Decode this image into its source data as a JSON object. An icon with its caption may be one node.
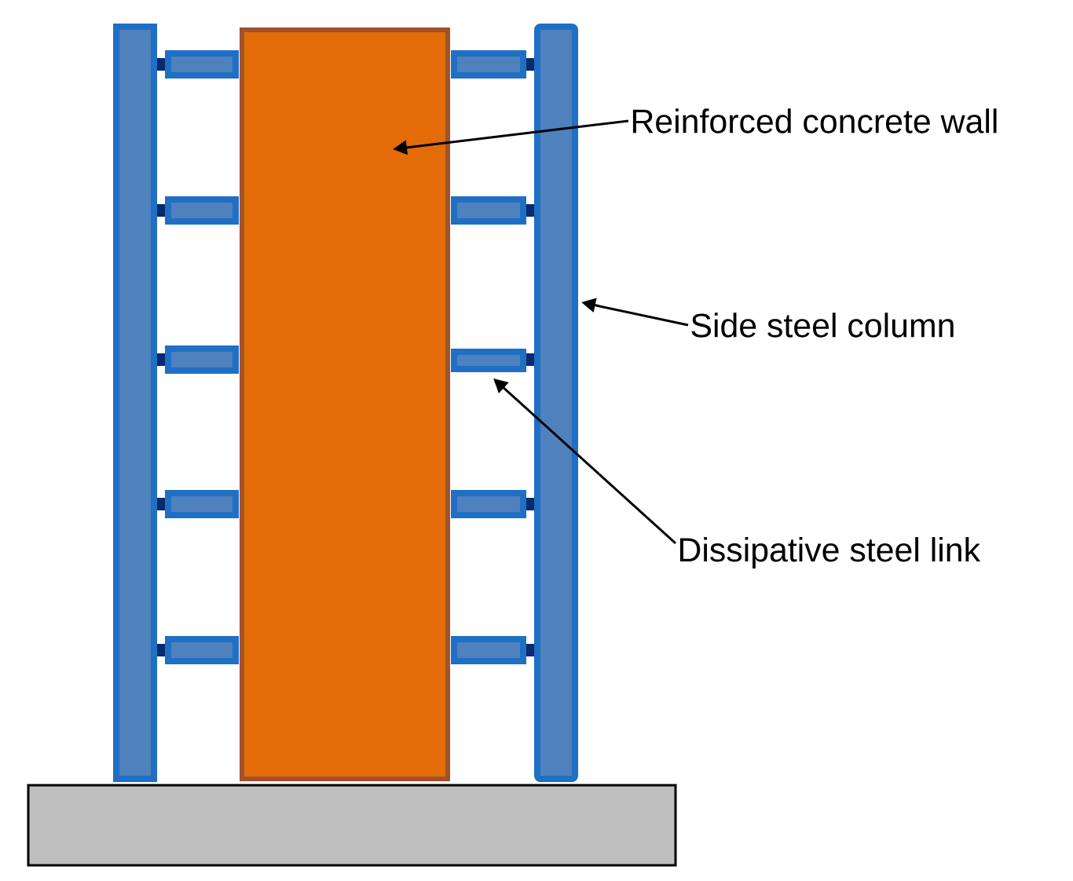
{
  "diagram": {
    "nodes": [
      {
        "text": [
          "Reinforced concrete wall"
        ]
      },
      {
        "text": [],
        "shape": "box"
      },
      {
        "text": [
          "Side steel column"
        ]
      },
      {
        "text": [],
        "shape": "bar"
      },
      {
        "text": [
          "Dissipative steel link"
        ]
      },
      {
        "text": [],
        "shape": "box"
      }
    ],
    "edges": [
      {
        "from": 0,
        "to": 1,
        "arrow": "to"
      },
      {
        "from": 2,
        "to": 3,
        "arrow": "to"
      },
      {
        "from": 4,
        "to": 5,
        "arrow": "to"
      }
    ]
  }
}
